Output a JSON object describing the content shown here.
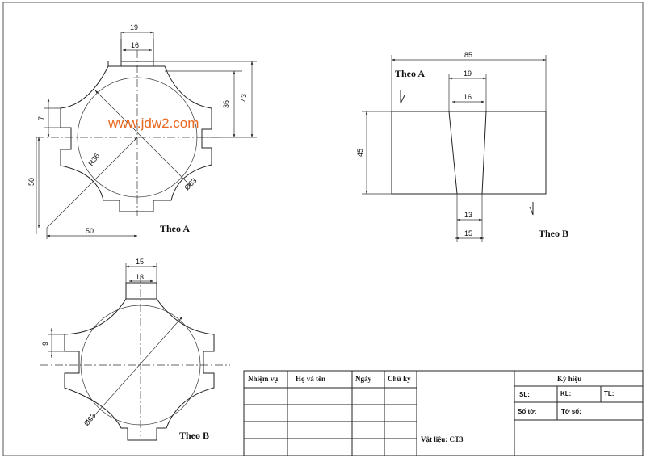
{
  "watermark": "www.jdw2.com",
  "views": {
    "top_view": {
      "label": "Theo A",
      "dims": {
        "top_width": "19",
        "slot_width": "16",
        "height_36": "36",
        "height_43": "43",
        "notch_7": "7",
        "radius": "R36",
        "diameter": "Ø63",
        "vert_50": "50",
        "horiz_50": "50"
      }
    },
    "side_view": {
      "arrow_a_label": "Theo A",
      "arrow_b_label": "Theo B",
      "dims": {
        "length": "85",
        "top_19": "19",
        "top_16": "16",
        "height": "45",
        "bottom_13": "13",
        "bottom_15": "15"
      }
    },
    "bottom_view": {
      "label": "Theo B",
      "dims": {
        "top_15": "15",
        "top_13": "13",
        "notch_9": "9",
        "diameter": "Ø63"
      }
    }
  },
  "title_block": {
    "headers": [
      "Nhiệm vụ",
      "Họ và tên",
      "Ngày",
      "Chữ ký"
    ],
    "symbol_header": "Ký hiệu",
    "sl": "SL:",
    "kl": "KL:",
    "tl": "TL:",
    "so_to": "Số tờ:",
    "to_so": "Tờ số:",
    "material": "Vật liệu: CT3"
  }
}
